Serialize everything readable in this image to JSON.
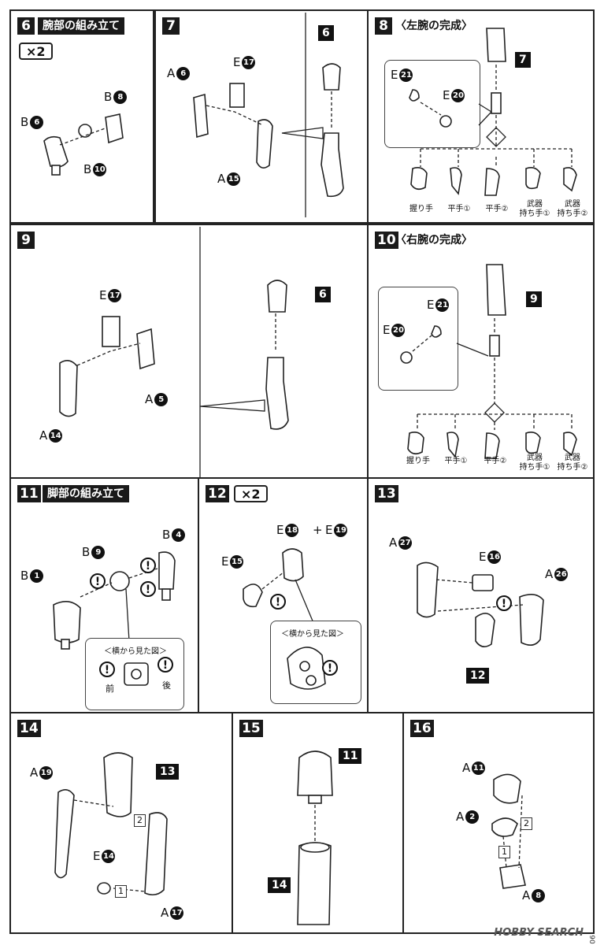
{
  "steps": {
    "s6": {
      "num": "6",
      "title": "腕部の組み立て",
      "qty": "×2",
      "labels": {
        "b8": "B",
        "b8n": "8",
        "b6": "B",
        "b6n": "6",
        "b10": "B",
        "b10n": "10"
      }
    },
    "s7": {
      "num": "7",
      "labels": {
        "a6": "A",
        "a6n": "6",
        "e17": "E",
        "e17n": "17",
        "a15": "A",
        "a15n": "15"
      },
      "callout": "6"
    },
    "s8": {
      "num": "8",
      "title": "〈左腕の完成〉",
      "labels": {
        "e21": "E",
        "e21n": "21",
        "e20": "E",
        "e20n": "20"
      },
      "callout": "7",
      "hands": [
        "握り手",
        "平手①",
        "平手②",
        "武器\n持ち手①",
        "武器\n持ち手②"
      ]
    },
    "s9": {
      "num": "9",
      "labels": {
        "e17": "E",
        "e17n": "17",
        "a5": "A",
        "a5n": "5",
        "a14": "A",
        "a14n": "14"
      },
      "callout": "6"
    },
    "s10": {
      "num": "10",
      "title": "〈右腕の完成〉",
      "labels": {
        "e21": "E",
        "e21n": "21",
        "e20": "E",
        "e20n": "20"
      },
      "callout": "9",
      "hands": [
        "握り手",
        "平手①",
        "平手②",
        "武器\n持ち手①",
        "武器\n持ち手②"
      ]
    },
    "s11": {
      "num": "11",
      "title": "脚部の組み立て",
      "labels": {
        "b4": "B",
        "b4n": "4",
        "b9": "B",
        "b9n": "9",
        "b1": "B",
        "b1n": "1"
      },
      "view_caption": "＜横から見た図＞",
      "front": "前",
      "back": "後"
    },
    "s12": {
      "num": "12",
      "qty": "×2",
      "labels": {
        "e18": "E",
        "e18n": "18",
        "plus": "+",
        "e19": "E",
        "e19n": "19",
        "e15": "E",
        "e15n": "15"
      },
      "view_caption": "＜横から見た図＞"
    },
    "s13": {
      "num": "13",
      "labels": {
        "a27": "A",
        "a27n": "27",
        "e16": "E",
        "e16n": "16",
        "a26": "A",
        "a26n": "26"
      },
      "callout": "12"
    },
    "s14": {
      "num": "14",
      "labels": {
        "a19": "A",
        "a19n": "19",
        "e14": "E",
        "e14n": "14",
        "a17": "A",
        "a17n": "17"
      },
      "callout": "13",
      "order": [
        "1",
        "2"
      ]
    },
    "s15": {
      "num": "15",
      "callouts": [
        "11",
        "14"
      ]
    },
    "s16": {
      "num": "16",
      "labels": {
        "a11": "A",
        "a11n": "11",
        "a2": "A",
        "a2n": "2",
        "a8": "A",
        "a8n": "8"
      },
      "order": [
        "1",
        "2"
      ]
    }
  },
  "warn_symbol": "!",
  "footer": {
    "logo": "HOBBY SEARCH",
    "page": "06"
  }
}
